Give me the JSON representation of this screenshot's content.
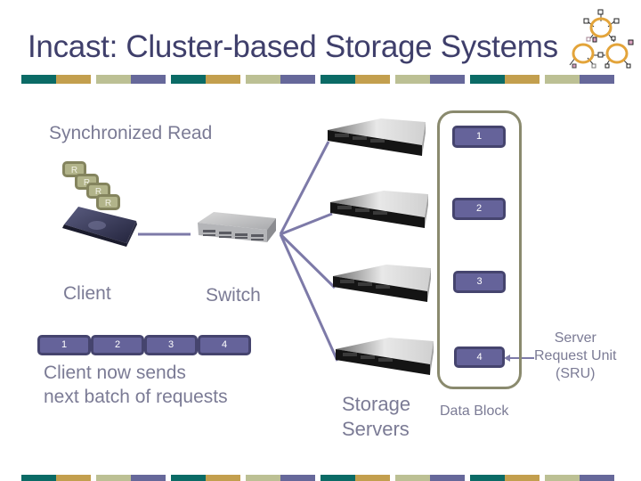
{
  "slide": {
    "title": "Incast: Cluster-based Storage Systems",
    "logo_icon": "network-hexagons-icon"
  },
  "theme": {
    "stripe_colors": [
      "#0b6b66",
      "#c39f4e",
      "#bcc094",
      "#66689a"
    ],
    "text_color": "#7b7b95",
    "title_color": "#3f3f6b",
    "sru_fill": "#65639a",
    "request_fill": "#b2b48a",
    "link_color": "#7d7aa8",
    "frame_color": "#8a8a6e"
  },
  "diagram": {
    "heading": "Synchronized Read",
    "client": {
      "label": "Client",
      "pending_requests": [
        "R",
        "R",
        "R",
        "R"
      ]
    },
    "switch": {
      "label": "Switch"
    },
    "storage": {
      "label_line1": "Storage",
      "label_line2": "Servers",
      "servers": [
        {
          "sru": "1"
        },
        {
          "sru": "2"
        },
        {
          "sru": "3"
        },
        {
          "sru": "4"
        }
      ]
    },
    "data_block": {
      "label": "Data Block"
    },
    "sru_annotation": {
      "line1": "Server",
      "line2": "Request Unit",
      "line3": "(SRU)"
    },
    "batch": {
      "received": [
        "1",
        "2",
        "3",
        "4"
      ],
      "caption_line1": "Client now sends",
      "caption_line2": "next batch of requests"
    }
  }
}
